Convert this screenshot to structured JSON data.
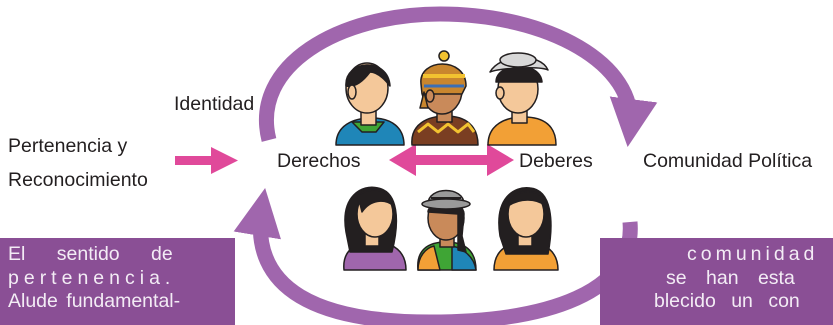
{
  "diagram": {
    "labels": {
      "identidad": "Identidad",
      "pertenencia_line1": "Pertenencia y",
      "pertenencia_line2": "Reconocimiento",
      "derechos": "Derechos",
      "deberes": "Deberes",
      "comunidad": "Comunidad Política"
    },
    "colors": {
      "cycle_arrow": "#a066ad",
      "pink_arrow": "#e0499a",
      "text_box": "#8a4f95"
    },
    "icons": [
      "person-icon",
      "person-ch-ullu-icon",
      "person-hat-icon",
      "woman-icon",
      "woman-hat-icon",
      "woman-long-hair-icon"
    ]
  },
  "left_box": {
    "line1": "El sentido de",
    "line2": "pertenencia.",
    "line3": "Alude fundamental-"
  },
  "right_box": {
    "line1": "comunidad",
    "line2": "se han esta",
    "line3": "blecido un con"
  }
}
